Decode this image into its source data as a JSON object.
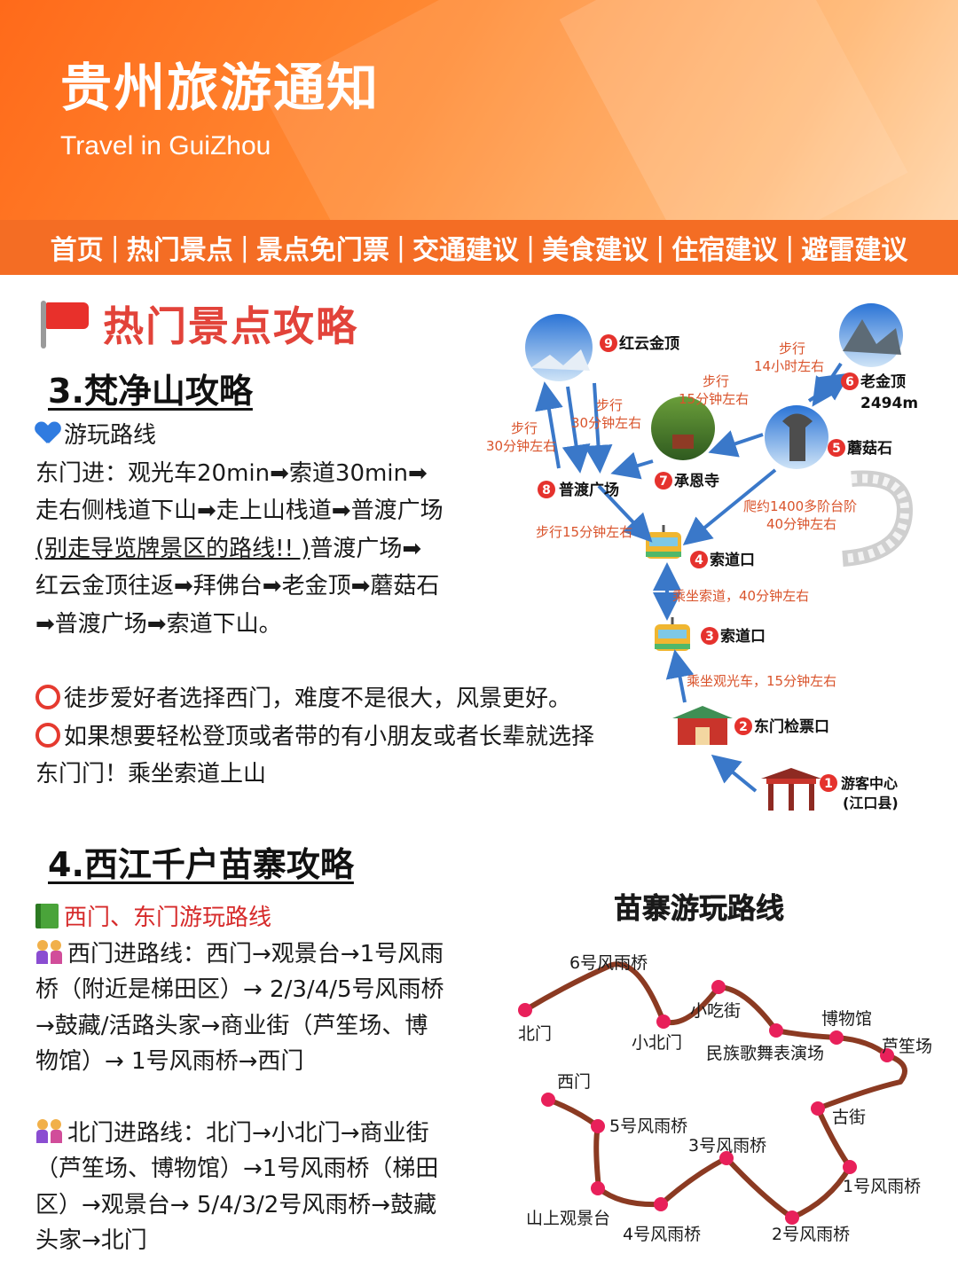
{
  "header": {
    "title": "贵州旅游通知",
    "subtitle": "Travel in GuiZhou"
  },
  "nav": {
    "items": [
      "首页",
      "热门景点",
      "景点免门票",
      "交通建议",
      "美食建议",
      "住宿建议",
      "避雷建议"
    ],
    "separator": "|"
  },
  "section": {
    "title": "热门景点攻略"
  },
  "fanjingshan": {
    "heading": "3.梵净山攻略",
    "route_label": "游玩路线",
    "line1": "东门进：观光车20min➡索道30min➡",
    "line2": "走右侧栈道下山➡走上山栈道➡普渡广场",
    "line3_underlined": "(别走导览牌景区的路线!!  )",
    "line3_rest": "普渡广场➡",
    "line4": "红云金顶往返➡拜佛台➡老金顶➡蘑菇石",
    "line5": "➡普渡广场➡索道下山。",
    "tip1": "徒步爱好者选择西门，难度不是很大，风景更好。",
    "tip2_line1": "如果想要轻松登顶或者带的有小朋友或者长辈就选择",
    "tip2_line2": "东门门！乘坐索道上山"
  },
  "fjs_map": {
    "nodes": {
      "n1_num": "1",
      "n1_line1": "游客中心",
      "n1_line2": "(江口县)",
      "n2_num": "2",
      "n2": "东门检票口",
      "n3_num": "3",
      "n3": "索道口",
      "n4_num": "4",
      "n4": "索道口",
      "n5_num": "5",
      "n5": "蘑菇石",
      "n6_num": "6",
      "n6": "老金顶",
      "n6_alt": "2494m",
      "n7_num": "7",
      "n7": "承恩寺",
      "n8_num": "8",
      "n8": "普渡广场",
      "n9_num": "9",
      "n9": "红云金顶"
    },
    "edges": {
      "e_walk14_l1": "步行",
      "e_walk14_l2": "14小时左右",
      "e_walk15_l1": "步行",
      "e_walk15_l2": "15分钟左右",
      "e_walk30a_l1": "步行",
      "e_walk30a_l2": "30分钟左右",
      "e_walk30b_l1": "步行",
      "e_walk30b_l2": "30分钟左右",
      "e_climb_l1": "爬约1400多阶台阶",
      "e_climb_l2": "40分钟左右",
      "e_walk15b": "步行15分钟左右",
      "e_cable": "乘坐索道，40分钟左右",
      "e_bus": "乘坐观光车，15分钟左右"
    },
    "colors": {
      "label": "#d9532b",
      "node_badge": "#e5322d",
      "arrow": "#3a78c9"
    }
  },
  "xijiang": {
    "heading": "4.西江千户苗寨攻略",
    "sub": "西门、东门游玩路线",
    "west_l1": "西门进路线：西门→观景台→1号风雨",
    "west_l2": "桥（附近是梯田区）→ 2/3/4/5号风雨桥",
    "west_l3": "→鼓藏/活路头家→商业街（芦笙场、博",
    "west_l4": "物馆）→ 1号风雨桥→西门",
    "north_l1": "北门进路线：北门→小北门→商业街",
    "north_l2": "（芦笙场、博物馆）→1号风雨桥（梯田",
    "north_l3": "区）→观景台→ 5/4/3/2号风雨桥→鼓藏",
    "north_l4": "头家→北门"
  },
  "miao_map": {
    "title": "苗寨游玩路线",
    "labels": {
      "bridge6": "6号风雨桥",
      "beimen": "北门",
      "xiaobeimen": "小北门",
      "snack": "小吃街",
      "museum": "博物馆",
      "show": "民族歌舞表演场",
      "lusheng": "芦笙场",
      "ximen": "西门",
      "bridge5": "5号风雨桥",
      "oldstreet": "古街",
      "bridge3": "3号风雨桥",
      "bridge1": "1号风雨桥",
      "viewpoint": "山上观景台",
      "bridge4": "4号风雨桥",
      "bridge2": "2号风雨桥"
    },
    "colors": {
      "path": "#8b3a22",
      "dot": "#e8205a"
    }
  }
}
